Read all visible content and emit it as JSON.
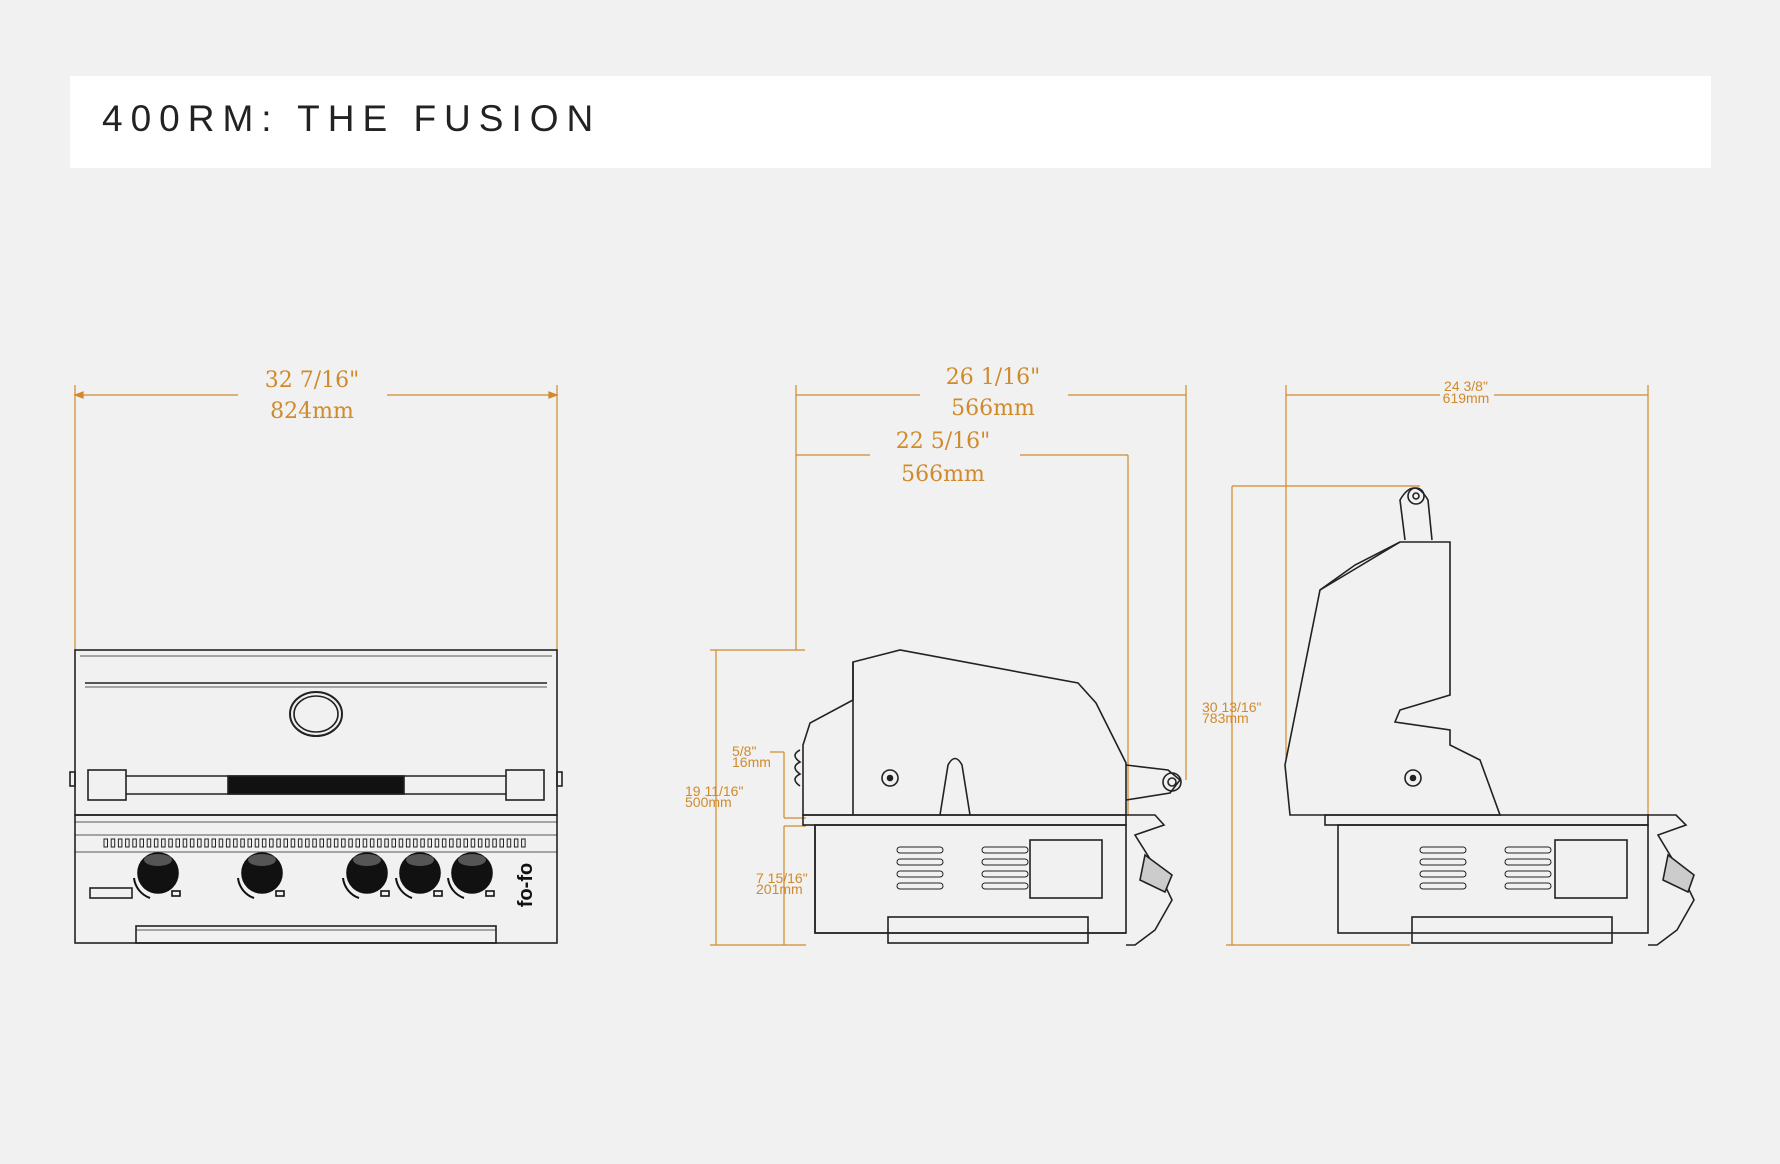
{
  "header": {
    "title": "400RM: THE FUSION"
  },
  "colors": {
    "background": "#f1f1f1",
    "title_bar": "#ffffff",
    "dimension": "#d08a2c",
    "line": "#222222"
  },
  "front_view": {
    "width": {
      "imperial": "32 7/16\"",
      "metric": "824mm"
    },
    "logo": "fo-fo",
    "knob_count": 5
  },
  "side_view": {
    "total_depth": {
      "imperial": "26 1/16\"",
      "metric": "566mm"
    },
    "body_depth": {
      "imperial": "22 5/16\"",
      "metric": "566mm"
    },
    "lid_gap": {
      "imperial": "5/8\"",
      "metric": "16mm"
    },
    "hood_height": {
      "imperial": "19 11/16\"",
      "metric": "500mm"
    },
    "base_height": {
      "imperial": "7 15/16\"",
      "metric": "201mm"
    }
  },
  "open_view": {
    "depth": {
      "imperial": "24 3/8\"",
      "metric": "619mm"
    },
    "height": {
      "imperial": "30 13/16\"",
      "metric": "783mm"
    }
  }
}
